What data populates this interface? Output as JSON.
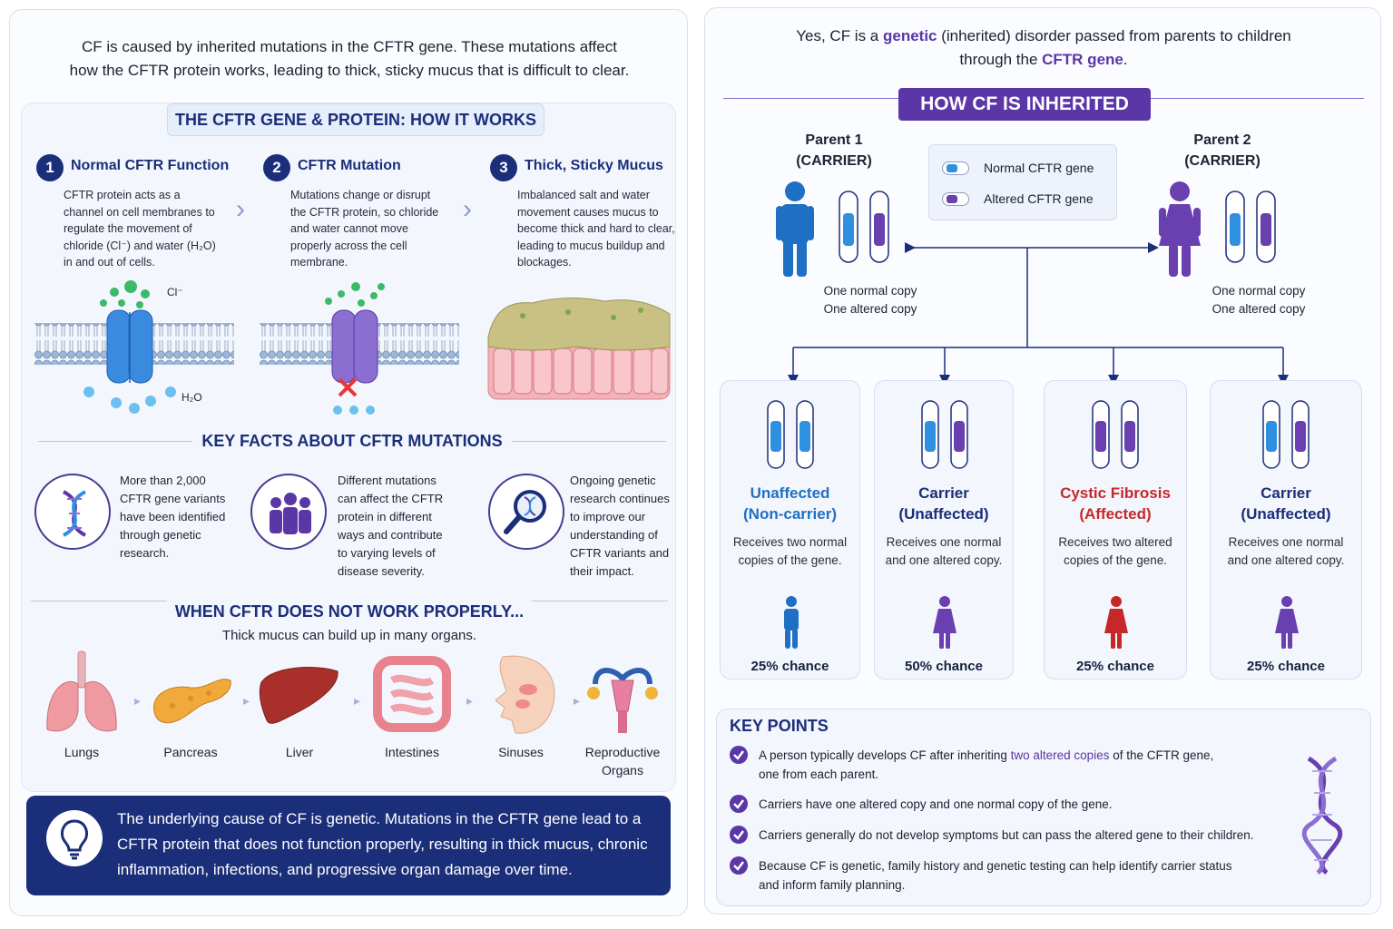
{
  "left": {
    "intro_line1": "CF is caused by inherited mutations in the CFTR gene. These mutations affect",
    "intro_line2": "how the CFTR protein works, leading to thick, sticky mucus that is difficult to clear.",
    "how_it_works_title": "THE CFTR GENE & PROTEIN: HOW IT WORKS",
    "steps": [
      {
        "num": "1",
        "title": "Normal CFTR Function",
        "desc": "CFTR protein acts as a channel on cell membranes to regulate the movement of chloride (Cl⁻) and water (H₂O) in and out of cells."
      },
      {
        "num": "2",
        "title": "CFTR Mutation",
        "desc": "Mutations change or disrupt the CFTR protein, so chloride and water cannot move properly across the cell membrane."
      },
      {
        "num": "3",
        "title": "Thick, Sticky Mucus",
        "desc": "Imbalanced salt and water movement causes mucus to become thick and hard to clear, leading to mucus buildup and blockages."
      }
    ],
    "diagram_labels": {
      "cl": "Cl⁻",
      "h2o": "H₂O"
    },
    "key_facts_title": "KEY FACTS ABOUT CFTR MUTATIONS",
    "facts": [
      {
        "icon": "dna-icon",
        "text": "More than 2,000 CFTR gene variants have been identified through genetic research."
      },
      {
        "icon": "people-icon",
        "text": "Different mutations can affect the CFTR protein in different ways and contribute to varying levels of disease severity."
      },
      {
        "icon": "magnifier-dna-icon",
        "text": "Ongoing genetic research continues to improve our understanding of CFTR variants and their impact."
      }
    ],
    "organs_title": "WHEN CFTR DOES NOT WORK PROPERLY...",
    "organs_subtitle": "Thick mucus can build up in many organs.",
    "organs": [
      {
        "name": "Lungs"
      },
      {
        "name": "Pancreas"
      },
      {
        "name": "Liver"
      },
      {
        "name": "Intestines"
      },
      {
        "name": "Sinuses"
      },
      {
        "name": "Reproductive Organs"
      }
    ],
    "callout": "The underlying cause of CF is genetic. Mutations in the CFTR gene lead to a CFTR protein that does not function properly, resulting in thick mucus, chronic inflammation, infections, and progressive organ damage over time."
  },
  "right": {
    "intro_a": "Yes, CF is a ",
    "intro_genetic": "genetic",
    "intro_b": " (inherited) disorder passed from parents to children",
    "intro_c": "through the ",
    "intro_cftr": "CFTR gene",
    "intro_d": ".",
    "banner": "HOW CF IS INHERITED",
    "parent1": {
      "name": "Parent 1",
      "status": "(CARRIER)",
      "line1": "One normal copy",
      "line2": "One altered copy"
    },
    "parent2": {
      "name": "Parent 2",
      "status": "(CARRIER)",
      "line1": "One normal copy",
      "line2": "One altered copy"
    },
    "legend": {
      "normal": "Normal CFTR gene",
      "altered": "Altered CFTR gene"
    },
    "outcomes": [
      {
        "title1": "Unaffected",
        "title2": "(Non-carrier)",
        "desc": "Receives two normal copies of the gene.",
        "chance": "25% chance",
        "color": "#1f6fc4"
      },
      {
        "title1": "Carrier",
        "title2": "(Unaffected)",
        "desc": "Receives one normal and one altered copy.",
        "chance": "50% chance",
        "color": "#1b2e7a"
      },
      {
        "title1": "Cystic Fibrosis",
        "title2": "(Affected)",
        "desc": "Receives two altered copies of the gene.",
        "chance": "25% chance",
        "color": "#c62828"
      },
      {
        "title1": "Carrier",
        "title2": "(Unaffected)",
        "desc": "Receives one normal and one altered copy.",
        "chance": "25% chance",
        "color": "#1b2e7a"
      }
    ],
    "key_points_title": "KEY POINTS",
    "key_points": [
      {
        "a": "A person typically develops CF after inheriting ",
        "hl": "two altered copies",
        "b": " of the CFTR gene,",
        "c": "one from each parent."
      },
      {
        "a": "Carriers have one altered copy and one normal copy of the gene.",
        "hl": "",
        "b": "",
        "c": ""
      },
      {
        "a": "Carriers generally do not develop symptoms but can pass the altered gene to their children.",
        "hl": "",
        "b": "",
        "c": ""
      },
      {
        "a": "Because CF is genetic, family history and genetic testing can help identify carrier status",
        "hl": "",
        "b": "",
        "c": "and inform family planning."
      }
    ],
    "colors": {
      "normal_gene": "#2f8fe0",
      "altered_gene": "#6a3fb0",
      "accent": "#5b36a6",
      "navy": "#1b2e7a"
    }
  }
}
